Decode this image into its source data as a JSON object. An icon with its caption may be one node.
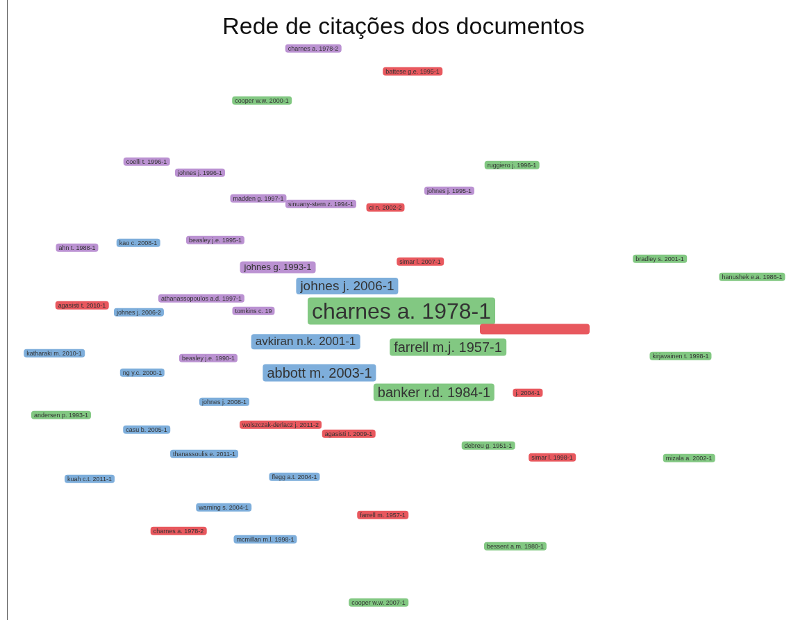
{
  "diagram": {
    "title": "Rede de citações dos documentos",
    "nodes": [
      {
        "text": [
          "charnes a. 1978-2"
        ]
      },
      {
        "text": [
          "battese g.e. 1995-1"
        ]
      },
      {
        "text": [
          "cooper w.w. 2000-1"
        ]
      },
      {
        "text": [
          "coelli t. 1996-1"
        ]
      },
      {
        "text": [
          "johnes j. 1996-1"
        ]
      },
      {
        "text": [
          "ruggiero j. 1996-1"
        ]
      },
      {
        "text": [
          "madden g. 1997-1"
        ]
      },
      {
        "text": [
          "sinuany-stern z. 1994-1"
        ]
      },
      {
        "text": [
          "ci n. 2002-2"
        ]
      },
      {
        "text": [
          "johnes j. 1995-1"
        ]
      },
      {
        "text": [
          "ahn t. 1988-1"
        ]
      },
      {
        "text": [
          "kao c. 2008-1"
        ]
      },
      {
        "text": [
          "beasley j.e. 1995-1"
        ]
      },
      {
        "text": [
          "simar l. 2007-1"
        ]
      },
      {
        "text": [
          "bradley s. 2001-1"
        ]
      },
      {
        "text": [
          "hanushek e.a. 1986-1"
        ]
      },
      {
        "text": [
          "johnes g. 1993-1"
        ]
      },
      {
        "text": [
          "johnes j. 2006-1"
        ]
      },
      {
        "text": [
          "athanassopoulos a.d. 1997-1"
        ]
      },
      {
        "text": [
          "agasisti t. 2010-1"
        ]
      },
      {
        "text": [
          "johnes j. 2006-2"
        ]
      },
      {
        "text": [
          "tomkins c. 19"
        ]
      },
      {
        "text": [
          "charnes a. 1978-1"
        ]
      },
      {
        "text": [],
        "shape": "box"
      },
      {
        "text": [
          "avkiran n.k. 2001-1"
        ]
      },
      {
        "text": [
          "farrell m.j. 1957-1"
        ]
      },
      {
        "text": [
          "katharaki m. 2010-1"
        ]
      },
      {
        "text": [
          "kirjavainen t. 1998-1"
        ]
      },
      {
        "text": [
          "beasley j.e. 1990-1"
        ]
      },
      {
        "text": [
          "ng y.c. 2000-1"
        ]
      },
      {
        "text": [
          "abbott m. 2003-1"
        ]
      },
      {
        "text": [
          "banker r.d. 1984-1"
        ]
      },
      {
        "text": [
          "j. 2004-1"
        ]
      },
      {
        "text": [
          "johnes j. 2008-1"
        ]
      },
      {
        "text": [
          "andersen p. 1993-1"
        ]
      },
      {
        "text": [
          "wolszczak-derlacz j. 2011-2"
        ]
      },
      {
        "text": [
          "agasisti t. 2009-1"
        ]
      },
      {
        "text": [
          "casu b. 2005-1"
        ]
      },
      {
        "text": [
          "debreu g. 1951-1"
        ]
      },
      {
        "text": [
          "simar l. 1998-1"
        ]
      },
      {
        "text": [
          "mizala a. 2002-1"
        ]
      },
      {
        "text": [
          "thanassoulis e. 2011-1"
        ]
      },
      {
        "text": [
          "kuah c.t. 2011-1"
        ]
      },
      {
        "text": [
          "flegg a.t. 2004-1"
        ]
      },
      {
        "text": [
          "warning s. 2004-1"
        ]
      },
      {
        "text": [
          "farrell m. 1957-1"
        ]
      },
      {
        "text": [
          "charnes a. 1978-2"
        ]
      },
      {
        "text": [
          "mcmillan m.l. 1998-1"
        ]
      },
      {
        "text": [
          "bessent a.m. 1980-1"
        ]
      },
      {
        "text": [
          "cooper w.w. 2007-1"
        ]
      }
    ]
  }
}
